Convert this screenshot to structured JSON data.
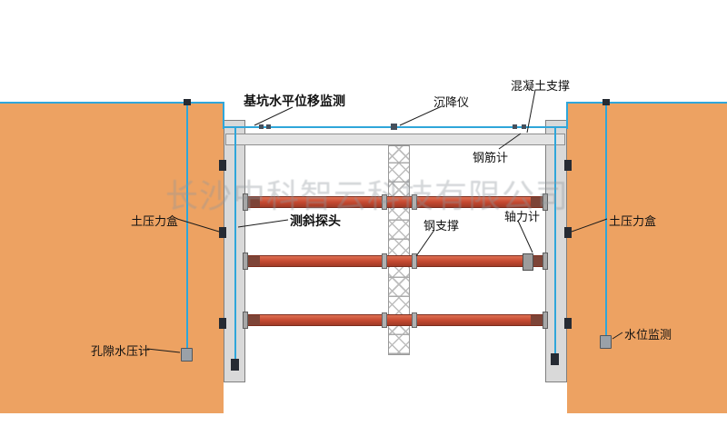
{
  "labels": {
    "pit_horizontal_displacement": "基坑水平位移监测",
    "settlement_gauge": "沉降仪",
    "concrete_support": "混凝土支撑",
    "rebar_meter": "钢筋计",
    "earth_pressure_cell_left": "土压力盒",
    "inclinometer_probe": "测斜探头",
    "steel_support": "钢支撑",
    "axial_force_meter": "轴力计",
    "earth_pressure_cell_right": "土压力盒",
    "pore_water_pressure_gauge": "孔隙水压计",
    "water_level_monitoring": "水位监测"
  },
  "watermark": "长沙中科智云科技有限公司",
  "colors": {
    "soil": "#eda262",
    "monitor-line": "#2fa6da",
    "wall-fill": "#d9d9d9",
    "wall-border": "#7f7f7f",
    "beam-fill": "#e3e3e3",
    "strut-red": "#c64a31",
    "strut-dark": "#7d4437",
    "sensor-dark": "#262b33"
  }
}
